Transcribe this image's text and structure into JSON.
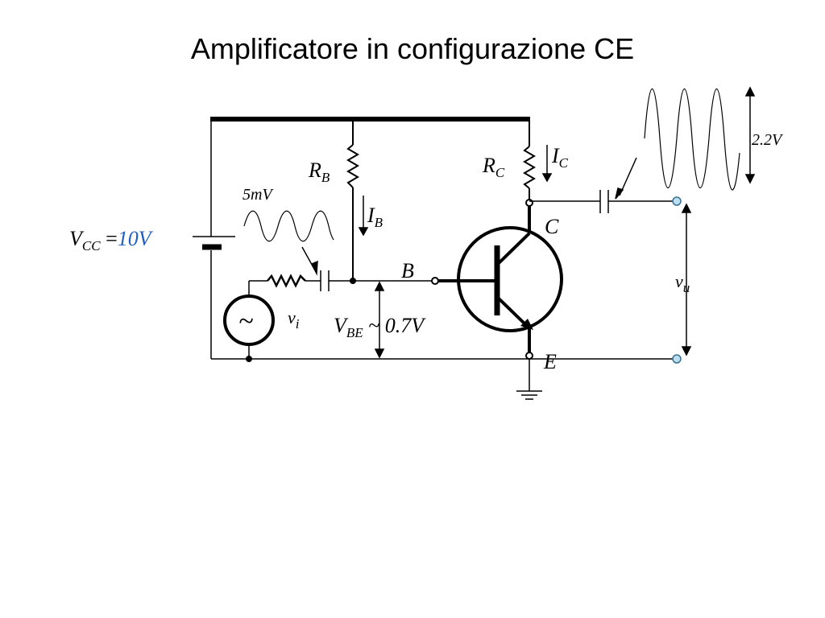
{
  "title": "Amplificatore in configurazione CE",
  "labels": {
    "rb_main": "R",
    "rb_sub": "B",
    "rc_main": "R",
    "rc_sub": "C",
    "ib_main": "I",
    "ib_sub": "B",
    "ic_main": "I",
    "ic_sub": "C",
    "vcc_main": "V",
    "vcc_sub": "CC",
    "vcc_eq": " =",
    "vcc_value": "10V",
    "input_amplitude": "5mV",
    "output_amplitude": "2.2V",
    "vi_main": "v",
    "vi_sub": "i",
    "vu_main": "v",
    "vu_sub": "u",
    "vbe_main": "V",
    "vbe_sub": "BE",
    "vbe_value": " ~ 0.7V",
    "node_b": "B",
    "node_c": "C",
    "node_e": "E",
    "source_symbol": "~"
  },
  "colors": {
    "wire": "#000000",
    "vcc_value": "#1f5fbf",
    "terminal_fill": "#b9dff0",
    "terminal_stroke": "#3a6f8f"
  }
}
